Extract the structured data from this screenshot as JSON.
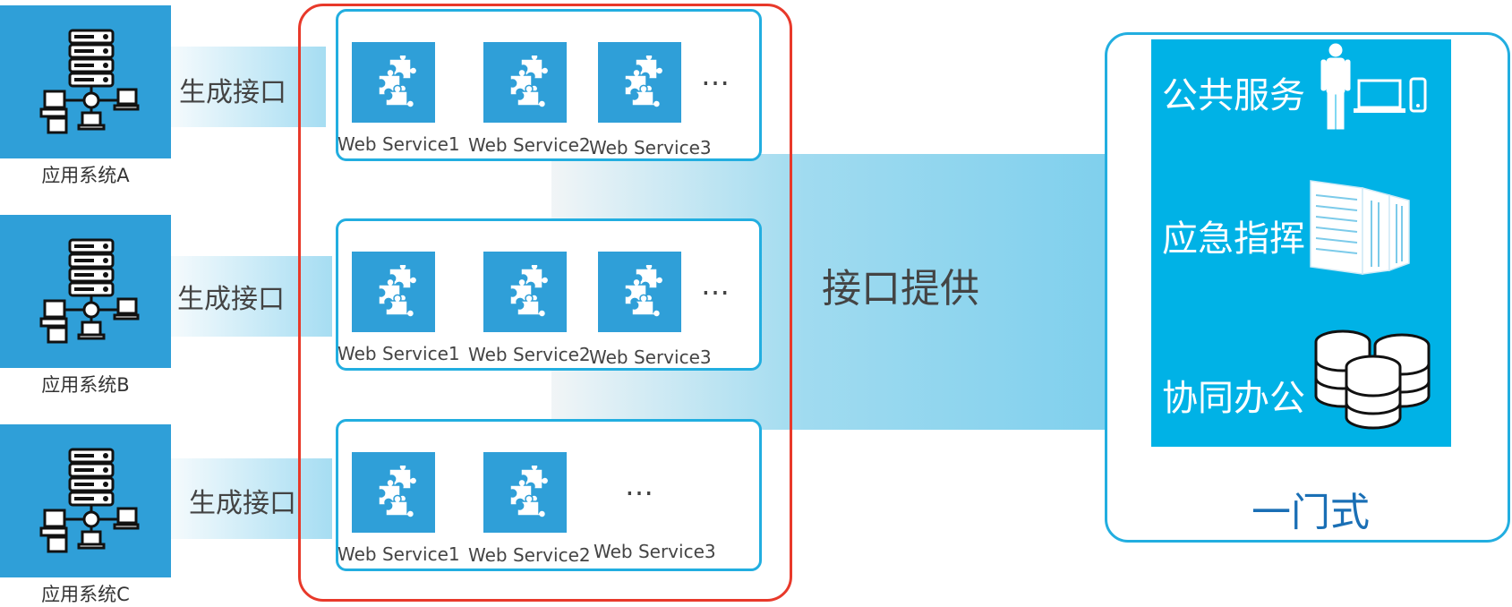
{
  "systems": [
    {
      "label": "应用系统A",
      "interface_label": "生成接口"
    },
    {
      "label": "应用系统B",
      "interface_label": "生成接口"
    },
    {
      "label": "应用系统C",
      "interface_label": "生成接口"
    }
  ],
  "service_groups": [
    {
      "services": [
        "Web Service1",
        "Web Service2",
        "Web Service3"
      ],
      "ellipsis": "…"
    },
    {
      "services": [
        "Web Service1",
        "Web Service2",
        "Web Service3"
      ],
      "ellipsis": "…"
    },
    {
      "services": [
        "Web Service1",
        "Web Service2",
        "Web Service3"
      ],
      "ellipsis": "…"
    }
  ],
  "provide_label": "接口提供",
  "portal": {
    "items": [
      "公共服务",
      "应急指挥",
      "协同办公"
    ],
    "footer": "一门式"
  },
  "colors": {
    "tile_blue": "#2f9fd8",
    "portal_blue": "#00b2e6",
    "frame_cyan": "#22aee0",
    "frame_red": "#e8392a",
    "footer_blue": "#1a6fb5"
  }
}
